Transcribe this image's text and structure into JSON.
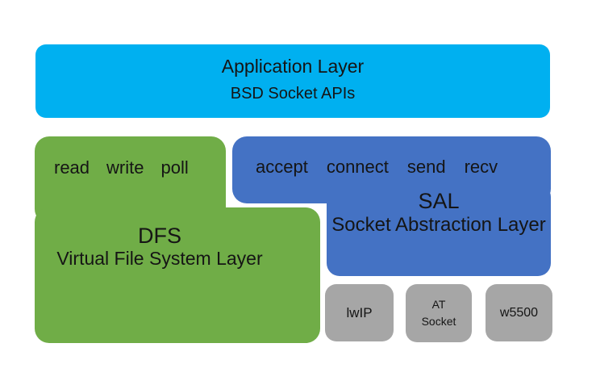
{
  "diagram": {
    "background": "#ffffff",
    "text_color": "#151515"
  },
  "app_layer": {
    "title": "Application Layer",
    "subtitle": "BSD Socket APIs",
    "color": "#00b0f0"
  },
  "dfs_layer": {
    "title": "DFS",
    "subtitle": "Virtual File System Layer",
    "apis": [
      "read",
      "write",
      "poll"
    ],
    "color": "#70ad47"
  },
  "sal_layer": {
    "title": "SAL",
    "subtitle": "Socket Abstraction Layer",
    "apis": [
      "accept",
      "connect",
      "send",
      "recv"
    ],
    "color": "#4472c4"
  },
  "stacks": {
    "color": "#a6a6a6",
    "items": [
      {
        "label": "lwIP"
      },
      {
        "label": "AT Socket"
      },
      {
        "label": "w5500"
      }
    ]
  }
}
